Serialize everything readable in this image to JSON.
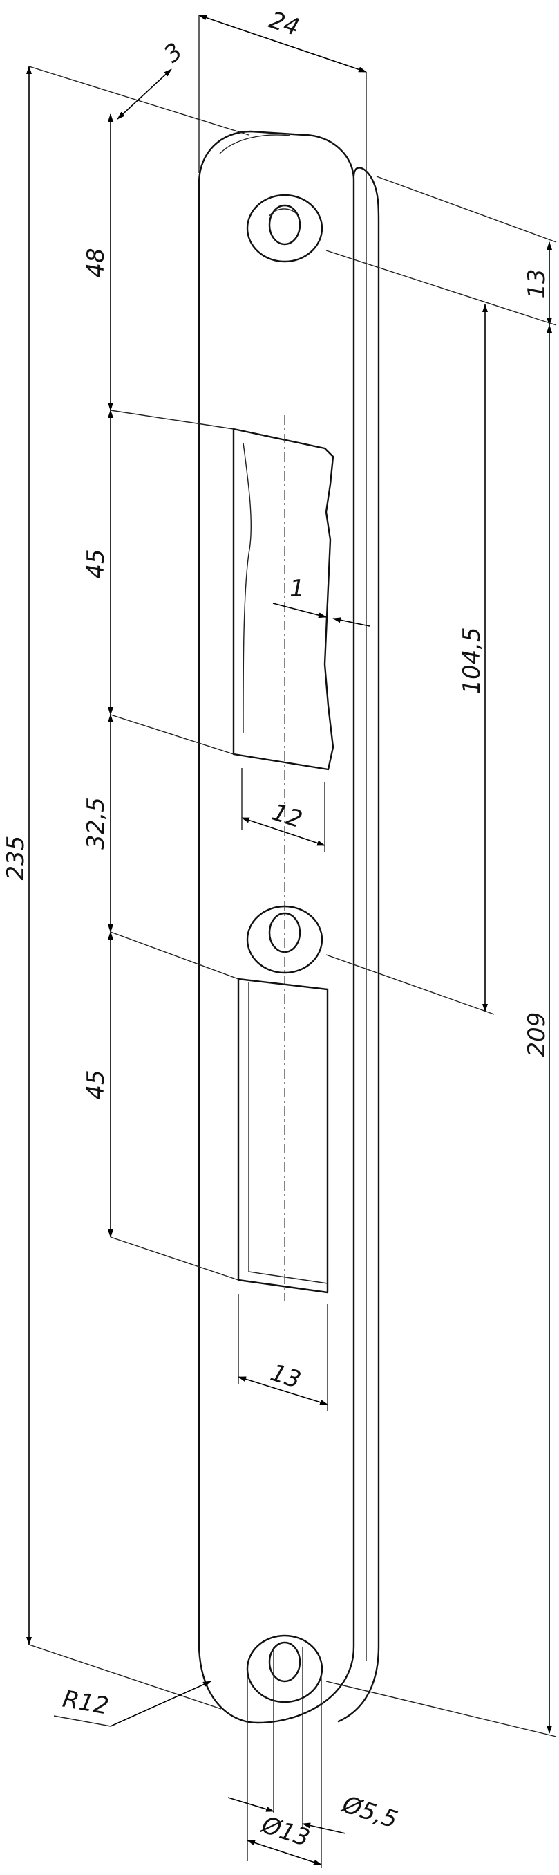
{
  "labels": {
    "overall_length": "235",
    "width": "24",
    "thickness": "3",
    "top_to_recess": "48",
    "upper_recess_height": "45",
    "lip_offset": "1",
    "upper_recess_width": "12",
    "recess_gap": "32,5",
    "lower_recess_height": "45",
    "lower_recess_width": "13",
    "top_to_hole": "13",
    "hole_spacing": "104,5",
    "hole_to_hole": "209",
    "corner_radius": "R12",
    "countersink_diameter": "Ø13",
    "hole_diameter": "Ø5,5"
  },
  "colors": {
    "line": "#111111",
    "background": "#ffffff"
  }
}
